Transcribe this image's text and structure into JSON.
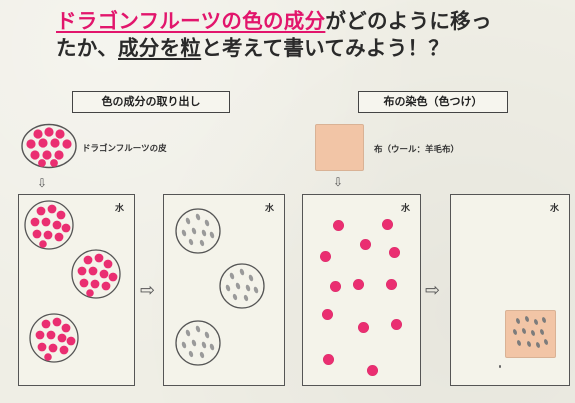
{
  "title": {
    "line1_red": "ドラゴンフルーツの色の成分",
    "line1_rest": "がどのように移っ",
    "line2_pre": "たか、",
    "line2_ul": "成分を粒",
    "line2_post": "と考えて書いてみよう！？"
  },
  "sections": {
    "extraction": {
      "title": "色の成分の取り出し"
    },
    "dyeing": {
      "title": "布の染色（色つけ）"
    }
  },
  "labels": {
    "dragonfruit_skin": "ドラゴンフルーツの皮",
    "cloth": "布（ウール：羊毛布）",
    "water": "水"
  },
  "symbols": {
    "arrow_right": "⇨",
    "arrow_down": "⇩"
  },
  "colors": {
    "accent_pink": "#e2156c",
    "dot_pink": "#ea2e71",
    "cloth_swatch": "#f2c5a6",
    "pencil_gray": "#8c8c8c"
  }
}
